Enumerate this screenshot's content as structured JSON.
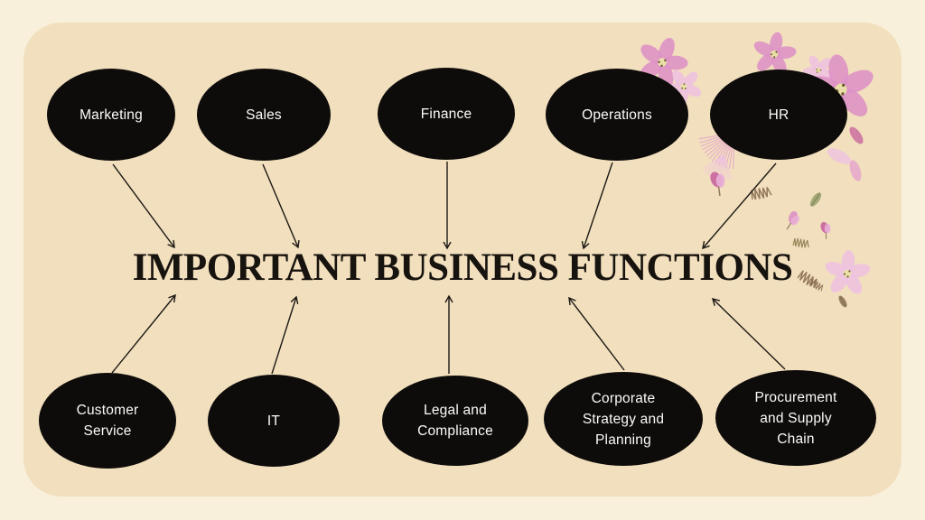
{
  "title": "IMPORTANT BUSINESS FUNCTIONS",
  "nodes": {
    "top": [
      {
        "id": "marketing",
        "lines": [
          "Marketing"
        ]
      },
      {
        "id": "sales",
        "lines": [
          "Sales"
        ]
      },
      {
        "id": "finance",
        "lines": [
          "Finance"
        ]
      },
      {
        "id": "operations",
        "lines": [
          "Operations"
        ]
      },
      {
        "id": "hr",
        "lines": [
          "HR"
        ]
      }
    ],
    "bottom": [
      {
        "id": "customer-service",
        "lines": [
          "Customer",
          "Service"
        ]
      },
      {
        "id": "it",
        "lines": [
          "IT"
        ]
      },
      {
        "id": "legal-compliance",
        "lines": [
          "Legal and",
          "Compliance"
        ]
      },
      {
        "id": "corporate-strategy",
        "lines": [
          "Corporate",
          "Strategy and",
          "Planning"
        ]
      },
      {
        "id": "procurement-supply",
        "lines": [
          "Procurement",
          "and Supply",
          "Chain"
        ]
      }
    ]
  },
  "decoration": {
    "name": "watercolor-pink-flowers",
    "position": "top-right"
  },
  "colors": {
    "outer_background": "#f8f0da",
    "panel_background": "#f2dfbe",
    "node_fill": "#0d0c0a",
    "node_text": "#fcfbf9",
    "title_text": "#17130e",
    "arrow": "#1c1914",
    "flower_pink": "#dd92c6",
    "flower_deep_pink": "#c9669f",
    "flower_light_pink": "#eec2e0",
    "flower_center": "#e9dfa6",
    "leaf_olive": "#8e7b4e",
    "leaf_brown": "#8a6f52",
    "leaf_sage": "#97a06b"
  }
}
